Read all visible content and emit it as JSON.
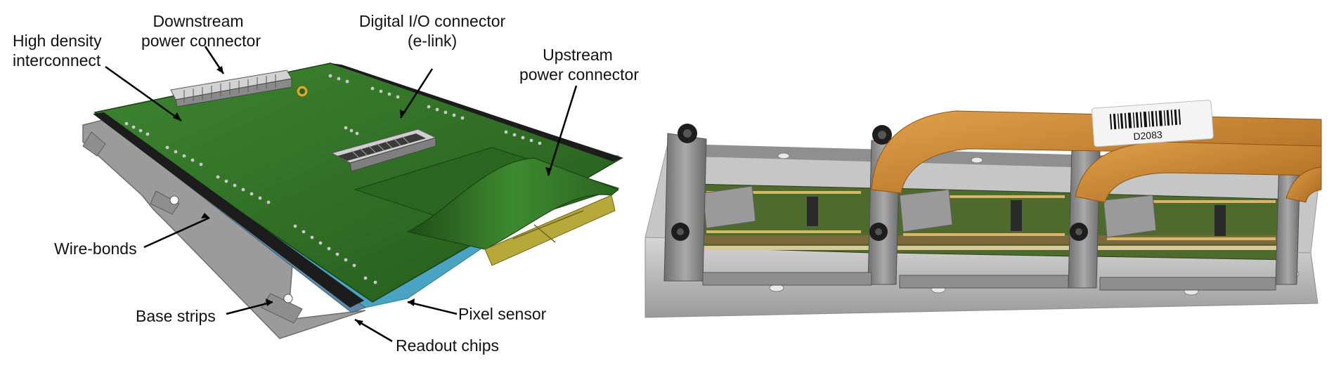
{
  "left_panel": {
    "labels": {
      "high_density": [
        "High density",
        "interconnect"
      ],
      "downstream": [
        "Downstream",
        "power connector"
      ],
      "digital_io": [
        "Digital I/O connector",
        "(e-link)"
      ],
      "upstream": [
        "Upstream",
        "power connector"
      ],
      "wire_bonds": "Wire-bonds",
      "base_strips": "Base strips",
      "pixel_sensor": "Pixel sensor",
      "readout_chips": "Readout chips"
    }
  },
  "right_panel": {
    "barcode_text": "D2083"
  },
  "colors": {
    "pcb_green": "#2f6b22",
    "flex_orange": "#c9852d",
    "plate_aluminum": "#b8b8b8",
    "pad_yellow": "#b7a83a"
  }
}
